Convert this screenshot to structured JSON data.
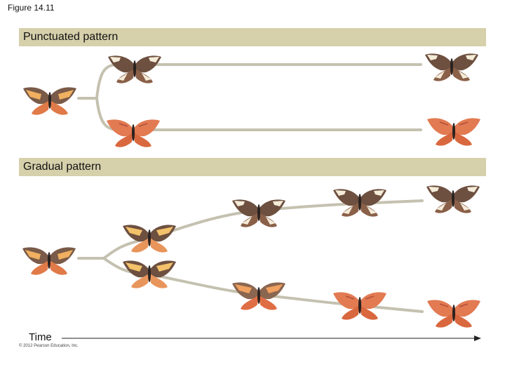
{
  "figure_label": "Figure 14.11",
  "punctuated": {
    "title": "Punctuated pattern"
  },
  "gradual": {
    "title": "Gradual pattern"
  },
  "time_label": "Time",
  "copyright": "© 2012 Pearson Education, Inc.",
  "palette": {
    "band": "#d6d0ab",
    "branch": "#c5c1b0",
    "butterfly_brown": "#7a5a48",
    "butterfly_orange": "#e0744c",
    "butterfly_cream": "#f4ecd8",
    "butterfly_yellow": "#f3c26a"
  },
  "butterflies": {
    "punctuated": [
      "ancestor-mixed",
      "white-patterned",
      "orange",
      "white-patterned",
      "orange"
    ],
    "gradual": [
      "ancestor-mixed",
      "yellow-patterned",
      "yellow-patterned",
      "white-patterned",
      "white-patterned",
      "white-patterned",
      "yellow-orange",
      "orange",
      "orange"
    ]
  }
}
